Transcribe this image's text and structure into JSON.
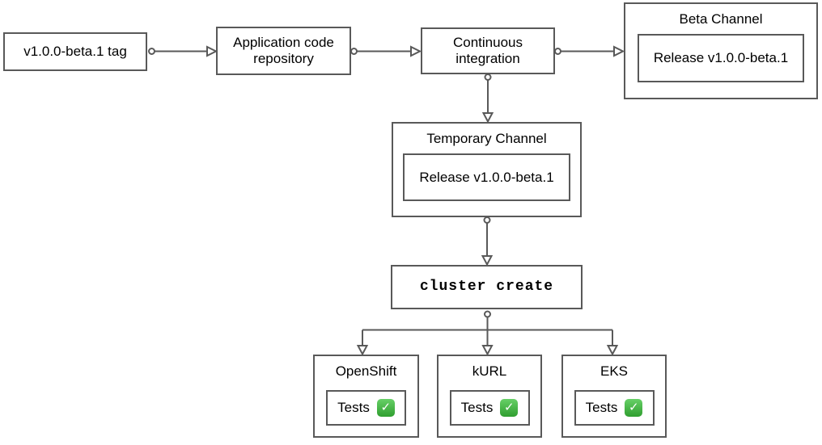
{
  "diagram": {
    "nodes": {
      "tag": {
        "label": "v1.0.0-beta.1 tag"
      },
      "repository": {
        "label": "Application code repository"
      },
      "ci": {
        "label": "Continuous integration"
      },
      "beta_channel": {
        "title": "Beta Channel",
        "release_label": "Release v1.0.0-beta.1"
      },
      "temporary_channel": {
        "title": "Temporary Channel",
        "release_label": "Release v1.0.0-beta.1"
      },
      "cluster_create": {
        "label": "cluster create"
      },
      "clusters": [
        {
          "title": "OpenShift",
          "tests_label": "Tests",
          "status_icon": "check-mark-green"
        },
        {
          "title": "kURL",
          "tests_label": "Tests",
          "status_icon": "check-mark-green"
        },
        {
          "title": "EKS",
          "tests_label": "Tests",
          "status_icon": "check-mark-green"
        }
      ]
    },
    "icons": {
      "check_glyph": "✓"
    },
    "colors": {
      "border": "#595959",
      "background": "#ffffff",
      "text": "#000000",
      "check_green_top": "#67d067",
      "check_green_bottom": "#2f9e2f",
      "check_glyph_color": "#ffffff"
    }
  }
}
